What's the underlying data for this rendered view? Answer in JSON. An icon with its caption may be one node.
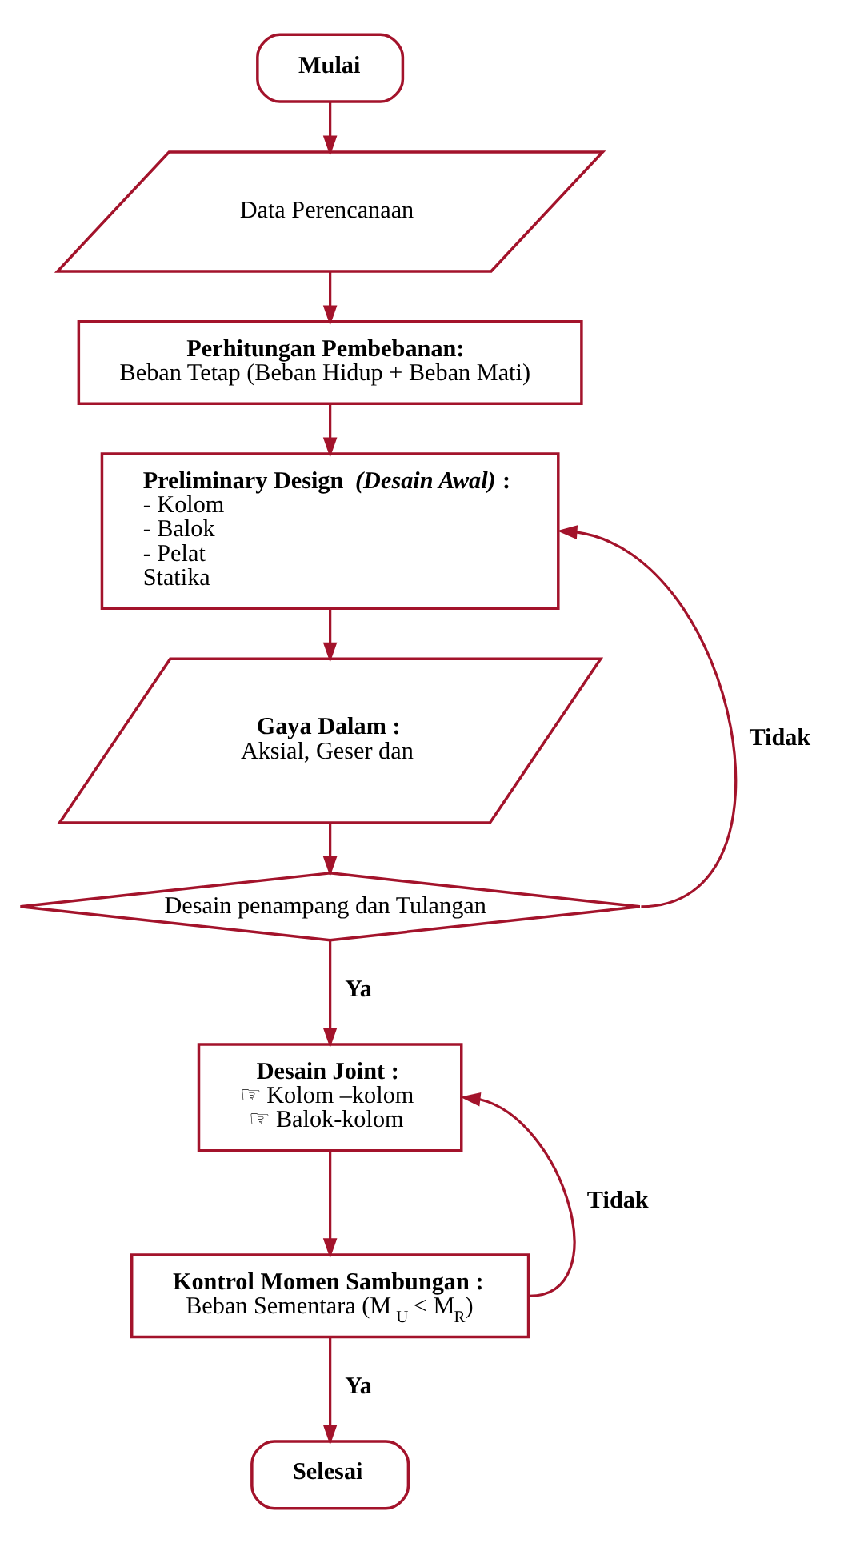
{
  "diagram": {
    "nodes": [
      {
        "text": [
          "Mulai"
        ]
      },
      {
        "text": [
          "Data Perencanaan"
        ]
      },
      {
        "text": [
          "Perhitungan Pembebanan:",
          "Beban Tetap (Beban Hidup + Beban Mati)"
        ]
      },
      {
        "text": [
          "Preliminary Design *(Desain Awal)* :",
          "- Kolom",
          "- Balok",
          "- Pelat",
          "Statika"
        ]
      },
      {
        "text": [
          "Gaya Dalam :",
          "Aksial, Geser dan"
        ]
      },
      {
        "text": [
          "Desain penampang dan Tulangan"
        ]
      },
      {
        "text": [
          "Desain Joint :",
          "☞ Kolom –kolom",
          "☞ Balok-kolom"
        ]
      },
      {
        "text": [
          "Kontrol Momen Sambungan :",
          "Beban Sementara (M$_{U}$ < M$_{R}$)"
        ]
      },
      {
        "text": [
          "Selesai"
        ]
      }
    ],
    "edges": [
      {
        "from": 0,
        "to": 1,
        "arrow": "to"
      },
      {
        "from": 1,
        "to": 2,
        "arrow": "to"
      },
      {
        "from": 2,
        "to": 3,
        "arrow": "to"
      },
      {
        "from": 3,
        "to": 4,
        "arrow": "to"
      },
      {
        "from": 4,
        "to": 5,
        "arrow": "to"
      },
      {
        "from": 5,
        "to": 6,
        "arrow": "to",
        "label": "Ya"
      },
      {
        "from": 6,
        "to": 7,
        "arrow": "to"
      },
      {
        "from": 7,
        "to": 8,
        "arrow": "to",
        "label": "Ya"
      },
      {
        "from": 5,
        "to": 3,
        "arrow": "to",
        "label": "Tidak"
      },
      {
        "from": 7,
        "to": 6,
        "arrow": "to",
        "label": "Tidak"
      }
    ]
  }
}
